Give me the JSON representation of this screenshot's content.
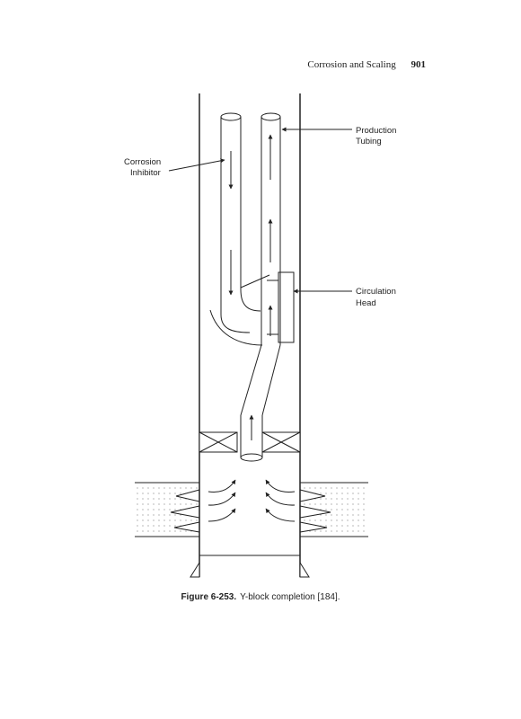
{
  "header": {
    "running_title": "Corrosion and Scaling",
    "page_number": "901"
  },
  "figure": {
    "labels": {
      "production_1": "Production",
      "production_2": "Tubing",
      "corrosion_1": "Corrosion",
      "corrosion_2": "Inhibitor",
      "circulation_1": "Circulation",
      "circulation_2": "Head"
    },
    "caption_label": "Figure 6-253.",
    "caption_text": "Y-block completion [184]."
  }
}
